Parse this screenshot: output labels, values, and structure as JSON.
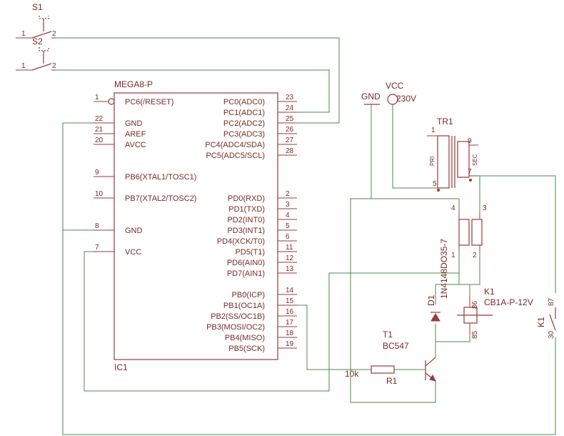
{
  "switches": [
    {
      "ref": "S1",
      "pin1": "1",
      "pin2": "2"
    },
    {
      "ref": "S2",
      "pin1": "1",
      "pin2": "2"
    }
  ],
  "ic": {
    "name": "MEGA8-P",
    "ref": "IC1",
    "left_pins": [
      {
        "num": "1",
        "name": "PC6(/RESET)"
      },
      {
        "num": "22",
        "name": "GND"
      },
      {
        "num": "21",
        "name": "AREF"
      },
      {
        "num": "20",
        "name": "AVCC"
      },
      {
        "num": "9",
        "name": "PB6(XTAL1/TOSC1)"
      },
      {
        "num": "10",
        "name": "PB7(XTAL2/TOSC2)"
      },
      {
        "num": "8",
        "name": "GND"
      },
      {
        "num": "7",
        "name": "VCC"
      }
    ],
    "right_pins": [
      {
        "num": "23",
        "name": "PC0(ADC0)"
      },
      {
        "num": "24",
        "name": "PC1(ADC1)"
      },
      {
        "num": "25",
        "name": "PC2(ADC2)"
      },
      {
        "num": "26",
        "name": "PC3(ADC3)"
      },
      {
        "num": "27",
        "name": "PC4(ADC4/SDA)"
      },
      {
        "num": "28",
        "name": "PC5(ADC5/SCL)"
      },
      {
        "num": "2",
        "name": "PD0(RXD)"
      },
      {
        "num": "3",
        "name": "PD1(TXD)"
      },
      {
        "num": "4",
        "name": "PD2(INT0)"
      },
      {
        "num": "5",
        "name": "PD3(INT1)"
      },
      {
        "num": "6",
        "name": "PD4(XCK/T0)"
      },
      {
        "num": "11",
        "name": "PD5(T1)"
      },
      {
        "num": "12",
        "name": "PD6(AIN0)"
      },
      {
        "num": "13",
        "name": "PD7(AIN1)"
      },
      {
        "num": "14",
        "name": "PB0(ICP)"
      },
      {
        "num": "15",
        "name": "PB1(OC1A)"
      },
      {
        "num": "16",
        "name": "PB2(SS/OC1B)"
      },
      {
        "num": "17",
        "name": "PB3(MOSI/OC2)"
      },
      {
        "num": "18",
        "name": "PB4(MISO)"
      },
      {
        "num": "19",
        "name": "PB5(SCK)"
      }
    ]
  },
  "gnd": {
    "label": "GND"
  },
  "vcc": {
    "label": "VCC",
    "voltage": "230V"
  },
  "transformer": {
    "ref": "TR1",
    "pri": "PRI",
    "sec": "SEC",
    "pin1": "1",
    "pin5": "5",
    "pin9": "9",
    "pin7": "7"
  },
  "bridge": {
    "part": "1N4148DO35-7",
    "pin4": "4",
    "pin3": "3",
    "pin1": "1",
    "pin2": "2"
  },
  "diode": {
    "ref": "D1"
  },
  "relay": {
    "ref": "K1",
    "part": "CB1A-P-12V",
    "pin86": "86",
    "pin85": "85"
  },
  "contact": {
    "ref": "K1",
    "pin87": "87",
    "pin30": "30"
  },
  "transistor": {
    "ref": "T1",
    "part": "BC547"
  },
  "resistor": {
    "ref": "R1",
    "value": "10k"
  }
}
